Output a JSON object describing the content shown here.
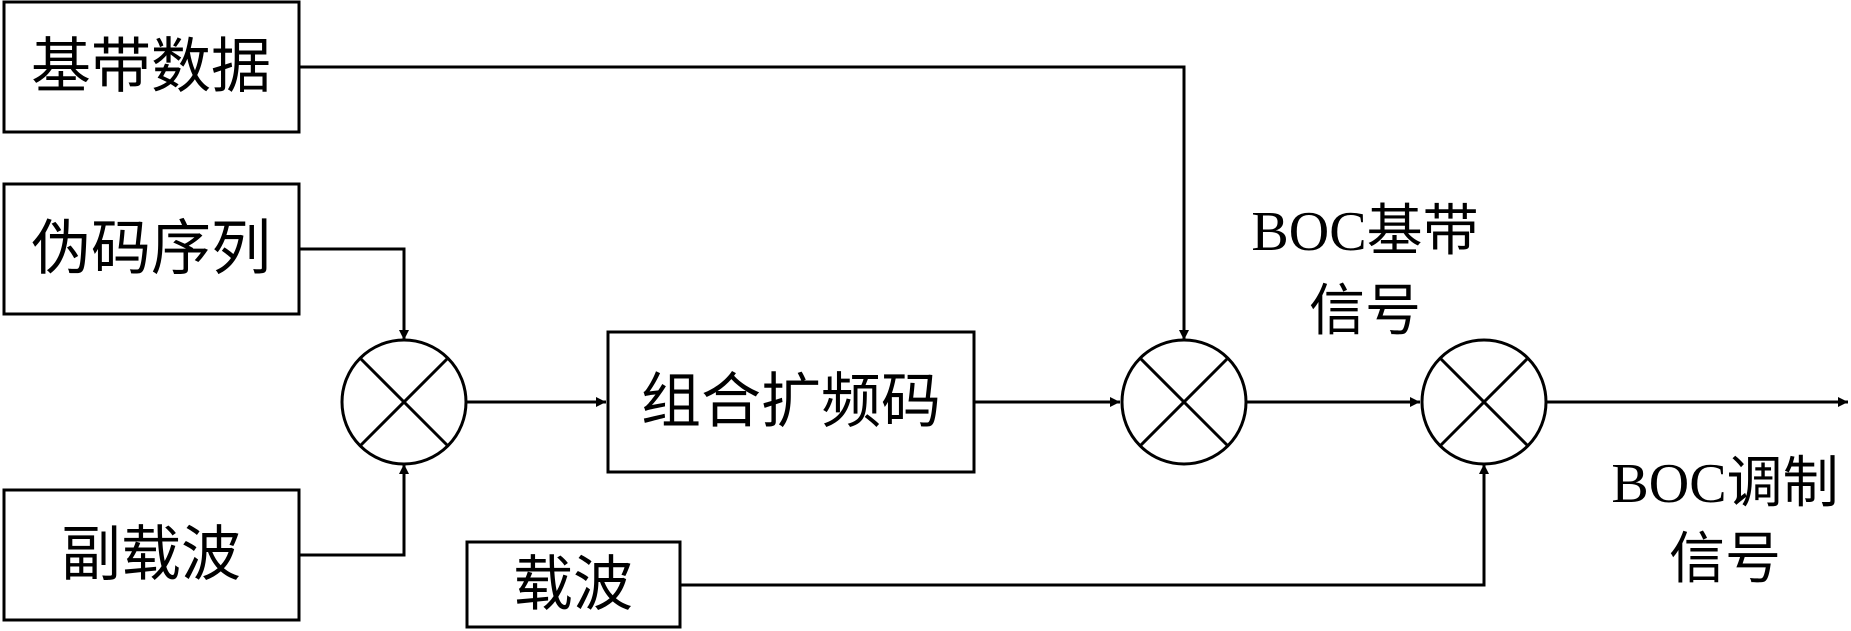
{
  "blocks": {
    "baseband_data": "基带数据",
    "pseudo_code": "伪码序列",
    "subcarrier": "副载波",
    "combined_code": "组合扩频码",
    "carrier": "载波"
  },
  "labels": {
    "boc_baseband_line1": "BOC基带",
    "boc_baseband_line2": "信号",
    "boc_modulated_line1": "BOC调制",
    "boc_modulated_line2": "信号"
  }
}
